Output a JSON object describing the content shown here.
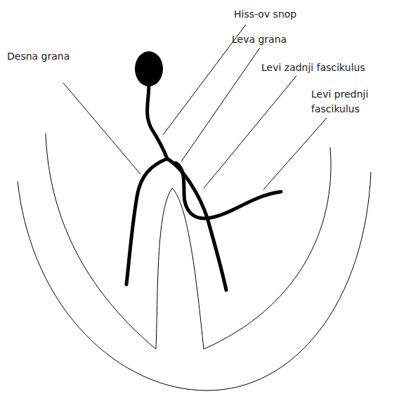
{
  "diagram": {
    "labels": [
      "Hiss-ov snop",
      "Desna grana",
      "Leva grana",
      "Levi zadnji fascikulus",
      "Levi prednji fascikulus"
    ]
  }
}
